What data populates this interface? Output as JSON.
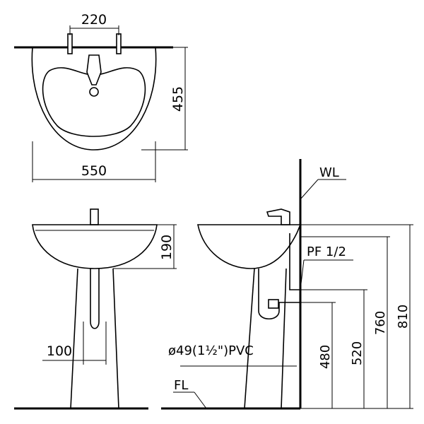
{
  "top_view": {
    "dim_faucet_spacing": "220",
    "dim_width": "550",
    "dim_depth": "455"
  },
  "front_view": {
    "dim_basin_height": "190",
    "dim_pedestal": "100"
  },
  "side_view": {
    "label_wall": "WL",
    "label_floor": "FL",
    "label_supply": "PF 1/2",
    "label_pipe": "ø49(1½\")PVC",
    "dim_480": "480",
    "dim_520": "520",
    "dim_760": "760",
    "dim_810": "810"
  }
}
